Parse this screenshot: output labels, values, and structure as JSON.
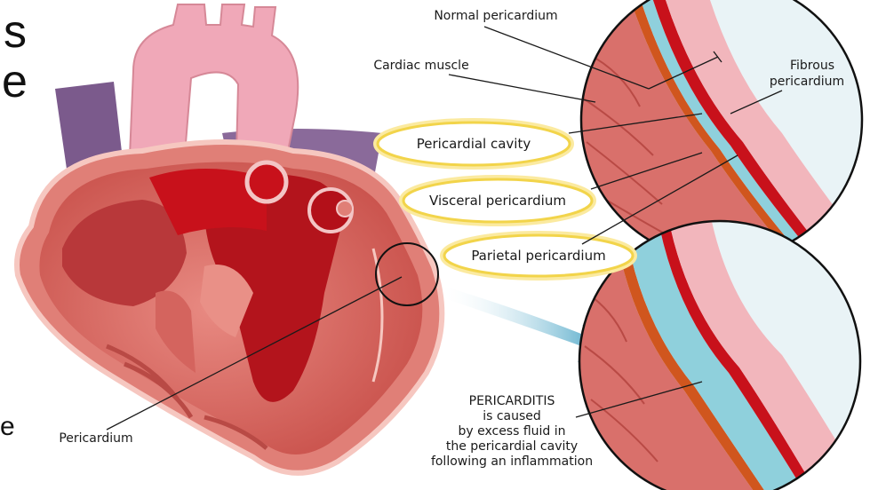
{
  "edge_fragments": {
    "top": "s",
    "middle": "e",
    "bottom": "e"
  },
  "labels": {
    "normal_pericardium": "Normal pericardium",
    "cardiac_muscle": "Cardiac muscle",
    "fibrous_line1": "Fibrous",
    "fibrous_line2": "pericardium",
    "pericardial_cavity": "Pericardial cavity",
    "visceral_pericardium": "Visceral pericardium",
    "parietal_pericardium": "Parietal pericardium",
    "pericardium": "Pericardium"
  },
  "caption": {
    "line1": "PERICARDITIS",
    "line2": "is caused",
    "line3": "by excess fluid in",
    "line4": "the pericardial cavity",
    "line5": "following an inflammation"
  },
  "colors": {
    "muscle": "#d9706b",
    "muscle_dark": "#b94a45",
    "blood_red": "#c8111b",
    "fluid": "#8fd0dc",
    "fibrous": "#f2b6bc",
    "highlight_ring": "#f6dd5a",
    "arrow": "#1e8fb8",
    "purple": "#7b5a8c",
    "aorta": "#f0a8b8"
  }
}
